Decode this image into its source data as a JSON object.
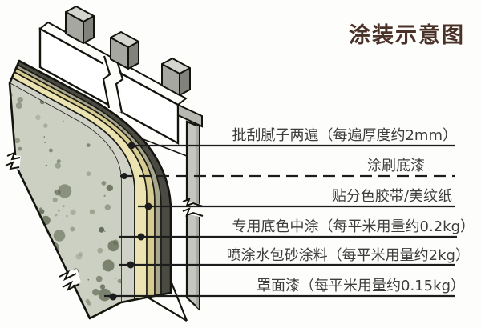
{
  "title": "涂装示意图",
  "callouts": [
    {
      "text": "批刮腻子两遍（每遍厚度约2mm）",
      "line_style": "solid"
    },
    {
      "text": "涂刷底漆",
      "line_style": "dashed"
    },
    {
      "text": "贴分色胶带/美纹纸",
      "line_style": "solid"
    },
    {
      "text": "专用底色中涂（每平米用量约0.2kg）",
      "line_style": "solid"
    },
    {
      "text": "喷涂水包砂涂料（每平米用量约2kg）",
      "line_style": "solid"
    },
    {
      "text": "罩面漆（每平米用量约0.15kg）",
      "line_style": "solid"
    }
  ],
  "palette": {
    "background": "#fdfdfb",
    "concrete": "#ccd0c2",
    "putty_layer": "#d0d1c7",
    "primer_layer": "#ebe4b2",
    "tape_layer": "#d6cc92",
    "midcoat_layer": "#a8a78e",
    "topcoat_dark_layer": "#4b4a43",
    "board_white": "#ffffff",
    "board_cap_gray": "#b8b8b2",
    "post_top_gray": "#d5d5d0",
    "post_front_gray": "#a7a7a1",
    "post_side_gray": "#82827c",
    "column_gray": "#c6c6c1",
    "column_shade_gray": "#a9a9a3",
    "outline": "#14140e",
    "leader_line": "#1c1c1c",
    "label_text": "#3d3d3d",
    "title_text": "#4a3229"
  }
}
